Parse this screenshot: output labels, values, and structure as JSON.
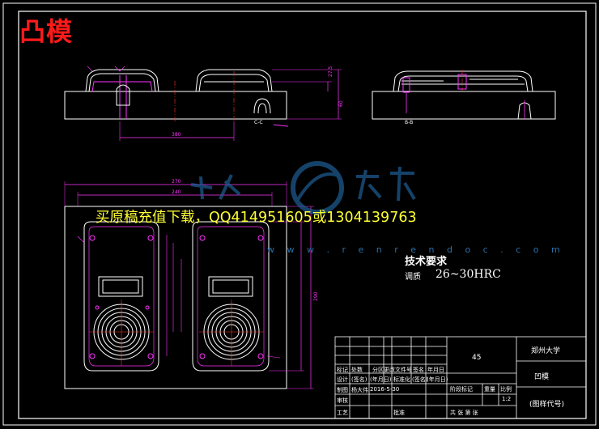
{
  "drawing": {
    "title": "凸模",
    "ad_text": "买原稿充值下载，QQ414951605或1304139763",
    "watermark_url": "w w w . r e n r e n d o c . c o m",
    "section_labels": {
      "cc": "C-C",
      "bb": "B-B"
    },
    "dimensions": {
      "top_width": "380",
      "top_h1": "27.5",
      "top_h2": "60",
      "plan_w1": "270",
      "plan_w2": "240",
      "plan_h": "290"
    },
    "tech_requirements": {
      "heading": "技术要求",
      "label": "调质",
      "value": "26~30HRC"
    },
    "title_block": {
      "material": "45",
      "university": "郑州大学",
      "part_name": "凹模",
      "drawing_no": "(图样代号)",
      "headers": [
        "标记",
        "处数",
        "分区",
        "更改文件号",
        "签名",
        "年月日"
      ],
      "rows": [
        [
          "设计",
          "(签名)",
          "(年月日)",
          "标准化",
          "(签名)",
          "(年月日)"
        ],
        [
          "制图",
          "杨大伟",
          "2016-5-30"
        ],
        [
          "审核"
        ],
        [
          "工艺",
          "",
          "",
          "批准"
        ]
      ],
      "stage_label": "阶段标记",
      "weight_label": "重量",
      "scale_label": "比例",
      "scale_value": "1:2",
      "sheet_text": "共    张  第    张"
    }
  }
}
